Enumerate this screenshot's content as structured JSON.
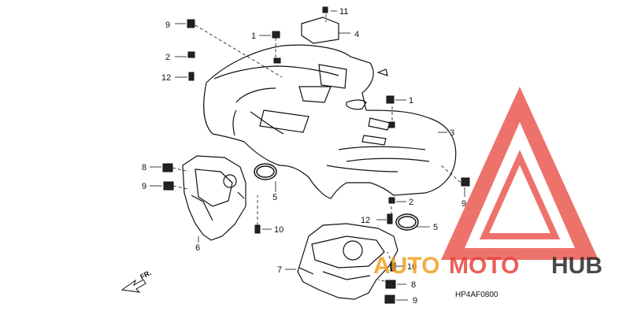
{
  "diagram": {
    "callouts": {
      "c1a": "1",
      "c1b": "1",
      "c2a": "2",
      "c2b": "2",
      "c3": "3",
      "c4": "4",
      "c5a": "5",
      "c5b": "5",
      "c6": "6",
      "c7": "7",
      "c8a": "8",
      "c8b": "8",
      "c9a": "9",
      "c9b": "9",
      "c9c": "9",
      "c9d": "9",
      "c10a": "10",
      "c10b": "10",
      "c11": "11",
      "c12a": "12",
      "c12b": "12"
    },
    "direction_label": "FR.",
    "figure_code": "HP4AF0800"
  },
  "watermark": {
    "part1": "AUTO",
    "part2": "MOTO",
    "part3": "HUB",
    "colors": {
      "triangle": "#e8443a",
      "accent": "#f0a020",
      "dark": "#2a2a2a"
    }
  }
}
